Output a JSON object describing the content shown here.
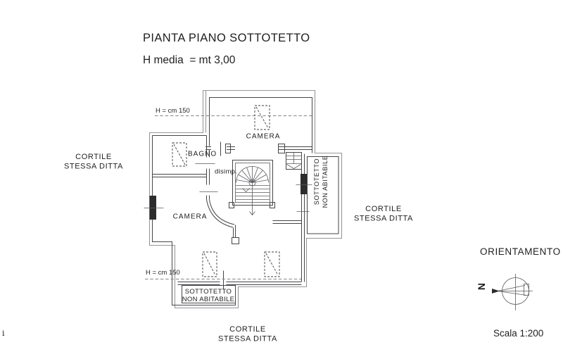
{
  "title": {
    "line1": "PIANTA PIANO SOTTOTETTO",
    "line2": "H media  = mt 3,00"
  },
  "plan": {
    "height_note_top": "H = cm 150",
    "height_note_bottom": "H = cm 150",
    "rooms": {
      "camera_top": "CAMERA",
      "bagno": "BAGNO",
      "disimpegno": "disimp.",
      "camera_left": "CAMERA"
    },
    "attic_right": {
      "line1": "SOTTOTETTO",
      "line2": "NON ABITABILE"
    },
    "attic_bottom": {
      "line1": "SOTTOTETTO",
      "line2": "NON ABITABILE"
    },
    "courtyards": {
      "left": {
        "line1": "CORTILE",
        "line2": "STESSA DITTA"
      },
      "right": {
        "line1": "CORTILE",
        "line2": "STESSA DITTA"
      },
      "bottom": {
        "line1": "CORTILE",
        "line2": "STESSA DITTA"
      }
    }
  },
  "orientation": {
    "title": "ORIENTAMENTO",
    "north_label": "N"
  },
  "scale_label": "Scala 1:200",
  "corner_mark": "i",
  "colors": {
    "ink": "#1f1f1f",
    "wall": "#46464a",
    "outline_grey": "#97979c",
    "dashed": "#87878b",
    "background": "#ffffff"
  }
}
